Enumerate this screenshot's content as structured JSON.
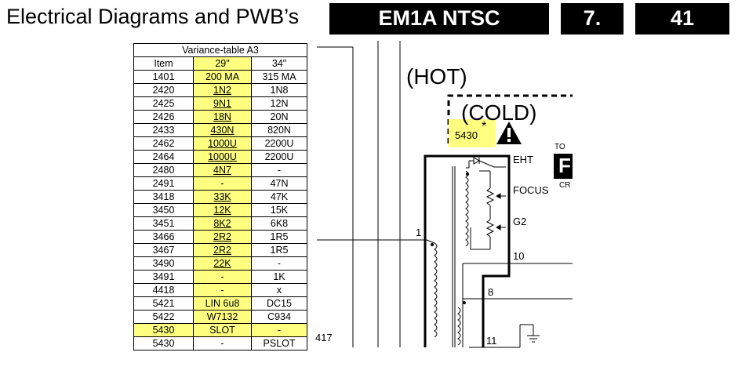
{
  "header": {
    "title": "Electrical Diagrams and PWB’s",
    "model": "EM1A NTSC",
    "chapter": "7.",
    "page": "41"
  },
  "variance_table": {
    "title": "Variance-table A3",
    "headers": [
      "Item",
      "29\"",
      "34\""
    ],
    "rows": [
      [
        "1401",
        "200 MA",
        "315 MA"
      ],
      [
        "2420",
        "1N2",
        "1N8"
      ],
      [
        "2425",
        "9N1",
        "12N"
      ],
      [
        "2426",
        "18N",
        "20N"
      ],
      [
        "2433",
        "430N",
        "820N"
      ],
      [
        "2462",
        "1000U",
        "2200U"
      ],
      [
        "2464",
        "1000U",
        "2200U"
      ],
      [
        "2480",
        "4N7",
        "-"
      ],
      [
        "2491",
        "-",
        "47N"
      ],
      [
        "3418",
        "33K",
        "47K"
      ],
      [
        "3450",
        "12K",
        "15K"
      ],
      [
        "3451",
        "8K2",
        "6K8"
      ],
      [
        "3466",
        "2R2",
        "1R5"
      ],
      [
        "3467",
        "2R2",
        "1R5"
      ],
      [
        "3490",
        "22K",
        "-"
      ],
      [
        "3491",
        "-",
        "1K"
      ],
      [
        "4418",
        "-",
        "x"
      ],
      [
        "5421",
        "LIN 6u8",
        "DC15"
      ],
      [
        "5422",
        "W7132",
        "C934"
      ],
      [
        "5430",
        "SLOT",
        "-"
      ],
      [
        "5430",
        "-",
        "PSLOT"
      ]
    ]
  },
  "schematic": {
    "hot_label": "(HOT)",
    "cold_label": "(COLD)",
    "component_5430": "5430",
    "asterisk": "*",
    "eht_label": "EHT",
    "focus_label": "FOCUS",
    "g2_label": "G2",
    "to_label": "TO",
    "cr_label": "CR",
    "connector_letter": "F",
    "pin_1": "1",
    "pin_10": "10",
    "pin_8": "8",
    "pin_11": "11",
    "ref_417": "417"
  },
  "colors": {
    "highlight": "#ffff80",
    "header_box": "#000000"
  }
}
